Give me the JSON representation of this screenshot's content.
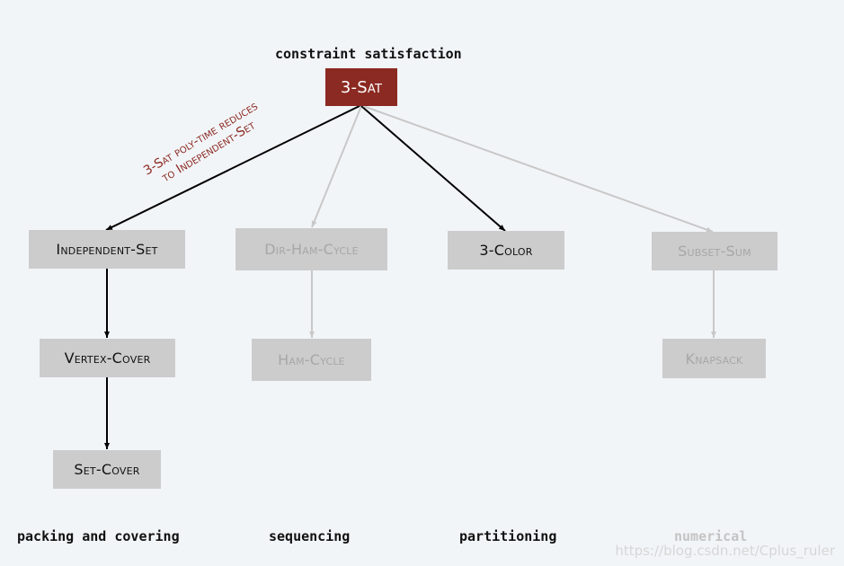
{
  "diagram": {
    "top_caption": "constraint satisfaction",
    "nodes": {
      "three_sat": "3-Sat",
      "independent_set": "Independent-Set",
      "dir_ham_cycle": "Dir-Ham-Cycle",
      "three_color": "3-Color",
      "subset_sum": "Subset-Sum",
      "vertex_cover": "Vertex-Cover",
      "ham_cycle": "Ham-Cycle",
      "knapsack": "Knapsack",
      "set_cover": "Set-Cover"
    },
    "annotation": {
      "line1": "3-Sat poly-time reduces",
      "line2": "to Independent-Set"
    },
    "categories": {
      "packing": "packing and covering",
      "sequencing": "sequencing",
      "partitioning": "partitioning",
      "numerical": "numerical"
    },
    "colors": {
      "root_fill": "#8b2a22",
      "node_fill": "#cccccc",
      "highlight_edge": "#000000",
      "faded_edge": "#c8c8c8",
      "faded_text": "#a7a7a7",
      "annotation_text": "#8b2a22"
    }
  },
  "watermark": "https://blog.csdn.net/Cplus_ruler"
}
